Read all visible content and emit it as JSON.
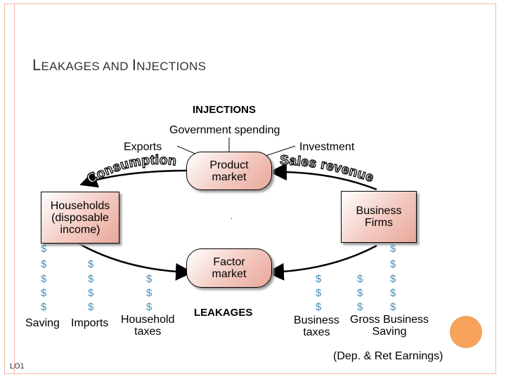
{
  "title": {
    "first_cap": "L",
    "first_rest": "EAKAGES AND ",
    "second_cap": "I",
    "second_rest": "NJECTIONS"
  },
  "injections_heading": "INJECTIONS",
  "leakages_heading": "LEAKAGES",
  "injections": {
    "gov": "Government spending",
    "exports": "Exports",
    "investment": "Investment"
  },
  "flows": {
    "consumption": "Consumption",
    "sales": "Sales revenue"
  },
  "boxes": {
    "product_market": [
      "Product",
      "market"
    ],
    "factor_market": [
      "Factor",
      "market"
    ],
    "households": [
      "Households",
      "(disposable",
      "income)"
    ],
    "firms": [
      "Business",
      "Firms"
    ]
  },
  "leakages": {
    "saving": "Saving",
    "imports": "Imports",
    "household_taxes": [
      "Household",
      "taxes"
    ],
    "business_taxes": [
      "Business",
      "taxes"
    ],
    "gross_business_saving": [
      "Gross Business",
      "Saving"
    ],
    "dep_ret": "(Dep. & Ret Earnings)"
  },
  "center_mark": ".",
  "drop_icon": "$",
  "footer": "LO1",
  "colors": {
    "box_fill": "#f3c9c0",
    "drop": "#4a8fb8",
    "border": "#f4b8a6",
    "accent": "#f7a35c"
  }
}
